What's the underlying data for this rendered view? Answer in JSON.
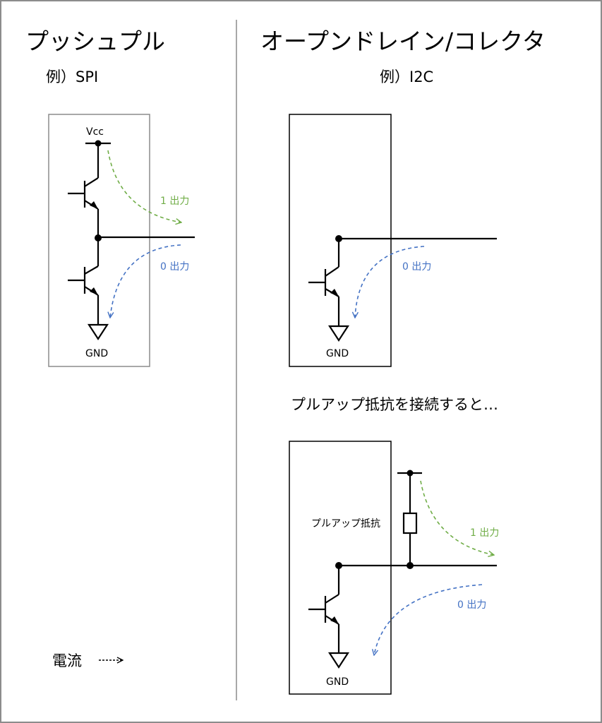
{
  "left_panel": {
    "title": "プッシュプル",
    "example": "例）SPI",
    "vcc_label": "Vcc",
    "gnd_label": "GND",
    "output_1": "1 出力",
    "output_0": "0 出力"
  },
  "right_panel": {
    "title": "オープンドレイン/コレクタ",
    "example": "例）I2C",
    "top": {
      "gnd_label": "GND",
      "output_0": "0 出力"
    },
    "pullup_caption": "プルアップ抵抗を接続すると…",
    "bottom": {
      "resistor_label": "プルアップ抵抗",
      "gnd_label": "GND",
      "output_1": "1 出力",
      "output_0": "0 出力"
    }
  },
  "legend": {
    "current_label": "電流"
  },
  "colors": {
    "one_output": "#70ad47",
    "zero_output": "#4472c4",
    "line": "#000000",
    "frame": "#8c8c8c"
  }
}
